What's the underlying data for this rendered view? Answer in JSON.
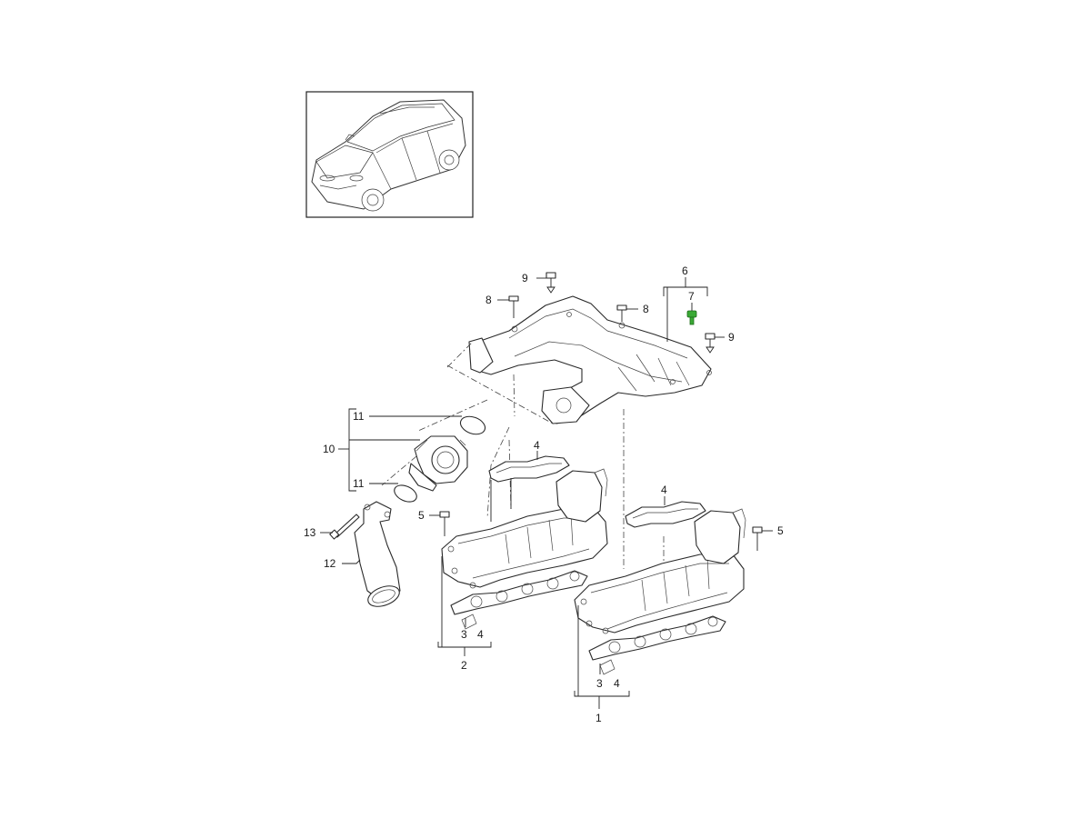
{
  "diagram": {
    "callouts": {
      "c1": "1",
      "c2": "2",
      "c3a": "3",
      "c4a": "4",
      "c3b": "3",
      "c4b": "4",
      "c4c": "4",
      "c4d": "4",
      "c5a": "5",
      "c5b": "5",
      "c6": "6",
      "c7": "7",
      "c8a": "8",
      "c8b": "8",
      "c9a": "9",
      "c9b": "9",
      "c10": "10",
      "c11a": "11",
      "c11b": "11",
      "c12": "12",
      "c13": "13"
    },
    "colors": {
      "line": "#222222",
      "highlight": "#3aa935"
    },
    "icons": {
      "thumbnail": "suv-vehicle-icon"
    }
  }
}
